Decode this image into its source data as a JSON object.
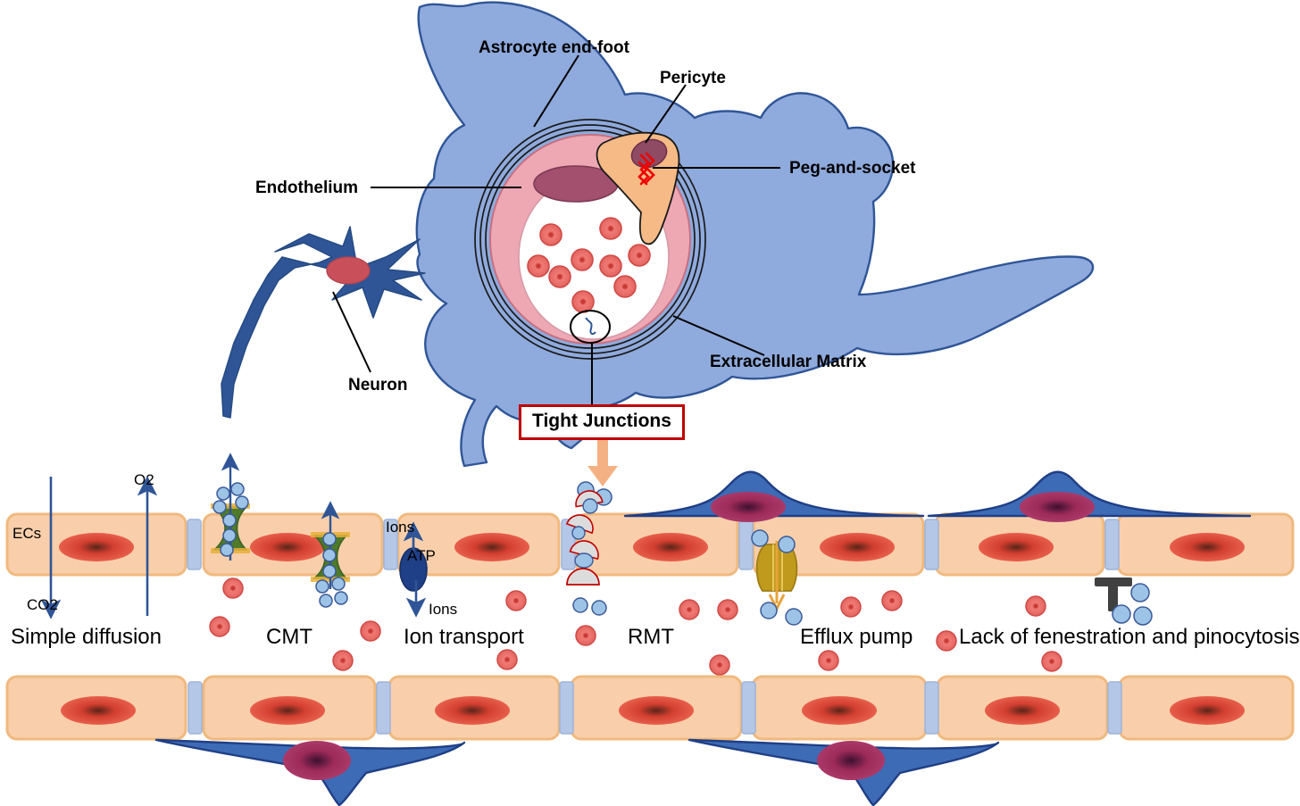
{
  "figure": {
    "title": "Blood-brain barrier neurovascular unit and transport mechanisms",
    "background": "#ffffff"
  },
  "colors": {
    "astrocyte_light": "#8faadc",
    "astrocyte_outline": "#2f5597",
    "neuron_blue": "#2f5597",
    "neuron_nucleus": "#c9505a",
    "endothelium_pink": "#eda8b4",
    "endothelium_nucleus": "#a34f6e",
    "pericyte_peach": "#f5ba85",
    "pericyte_nucleus": "#8f4a64",
    "rbc_red": "#e8666c",
    "ec_peach": "#f8cfaa",
    "ec_outline": "#f0b97e",
    "ec_nucleus": "#e84a3c",
    "tj_pillar": "#b4c7e7",
    "tj_border_red": "#c00000",
    "arrow_orange": "#f4b183",
    "arrow_blue": "#2f5597",
    "cmt_green": "#4e7a2a",
    "ion_pump_blue": "#1f3f86",
    "efflux_gold": "#c09a1c",
    "molecule_blue": "#9dc3e6",
    "blocker_gray": "#404040",
    "astrocyte_nucleus_lower": "#9e2b5a"
  },
  "top_panel": {
    "callouts": [
      {
        "id": "astrocyte-end-foot",
        "label": "Astrocyte end-foot"
      },
      {
        "id": "pericyte",
        "label": "Pericyte"
      },
      {
        "id": "peg-and-socket",
        "label": "Peg-and-socket"
      },
      {
        "id": "endothelium",
        "label": "Endothelium"
      },
      {
        "id": "extracellular-matrix",
        "label": "Extracellular Matrix"
      },
      {
        "id": "neuron",
        "label": "Neuron"
      }
    ],
    "tight_junctions_box": {
      "label": "Tight Junctions"
    },
    "red_blood_cell_count": 9
  },
  "bottom_panel": {
    "row_label": "ECs",
    "mechanisms": [
      {
        "id": "simple-diffusion",
        "label": "Simple diffusion"
      },
      {
        "id": "cmt",
        "label": "CMT"
      },
      {
        "id": "ion-transport",
        "label": "Ion transport"
      },
      {
        "id": "rmt",
        "label": "RMT"
      },
      {
        "id": "efflux-pump",
        "label": "Efflux pump"
      },
      {
        "id": "lack-of-fenestration",
        "label": "Lack of fenestration and pinocytosis"
      }
    ],
    "molecule_labels": {
      "co2": "CO2",
      "o2": "O2",
      "ions_apical": "Ions",
      "atp": "ATP",
      "ions_basal": "Ions"
    }
  },
  "chart_data": {
    "type": "diagram",
    "title": "Blood-brain barrier: neurovascular unit and endothelial transport routes",
    "panels": [
      {
        "name": "neurovascular-unit-cross-section",
        "components": [
          "Astrocyte end-foot",
          "Pericyte",
          "Peg-and-socket",
          "Endothelium",
          "Extracellular Matrix",
          "Neuron",
          "Tight Junctions"
        ],
        "lumen_red_blood_cells": 9
      },
      {
        "name": "endothelial-transport-mechanisms",
        "row_label": "ECs",
        "mechanisms": [
          "Simple diffusion",
          "CMT",
          "Ion transport",
          "RMT",
          "Efflux pump",
          "Lack of fenestration and pinocytosis"
        ],
        "annotations": [
          "CO2",
          "O2",
          "Ions",
          "ATP",
          "Ions"
        ]
      }
    ]
  }
}
